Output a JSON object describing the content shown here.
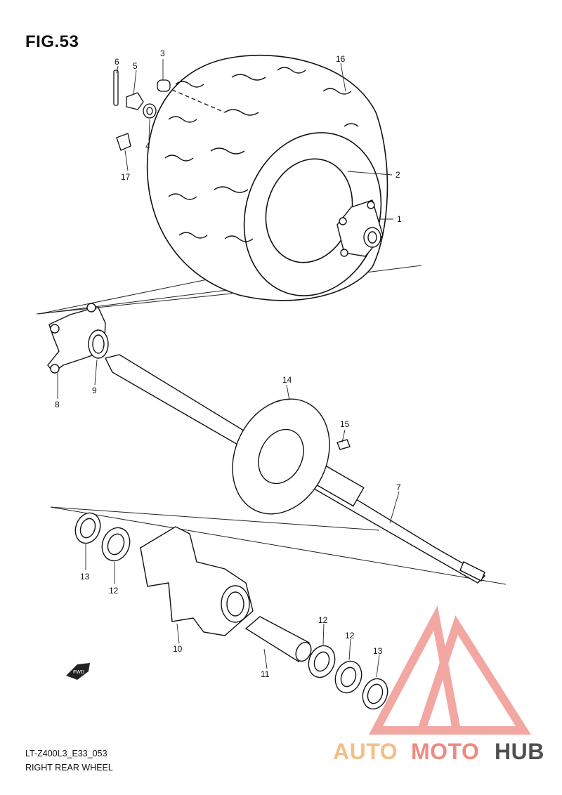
{
  "figure": {
    "title": "FIG.53",
    "code": "LT-Z400L3_E33_053",
    "caption": "RIGHT REAR WHEEL"
  },
  "callouts": {
    "c1": "1",
    "c2": "2",
    "c3": "3",
    "c4": "4",
    "c5": "5",
    "c6": "6",
    "c7": "7",
    "c8": "8",
    "c9": "9",
    "c10": "10",
    "c11": "11",
    "c12a": "12",
    "c12b": "12",
    "c12c": "12",
    "c13a": "13",
    "c13b": "13",
    "c14": "14",
    "c15": "15",
    "c16": "16",
    "c17": "17"
  },
  "forward_marker": "FWD",
  "watermark": {
    "part1": "AUTO",
    "part2": "MOTO",
    "part3": "HUB",
    "colors": {
      "auto": "#f4bf86",
      "moto": "#ee8b80",
      "hub": "#4f4f4f",
      "logo": "#f08a84"
    }
  }
}
